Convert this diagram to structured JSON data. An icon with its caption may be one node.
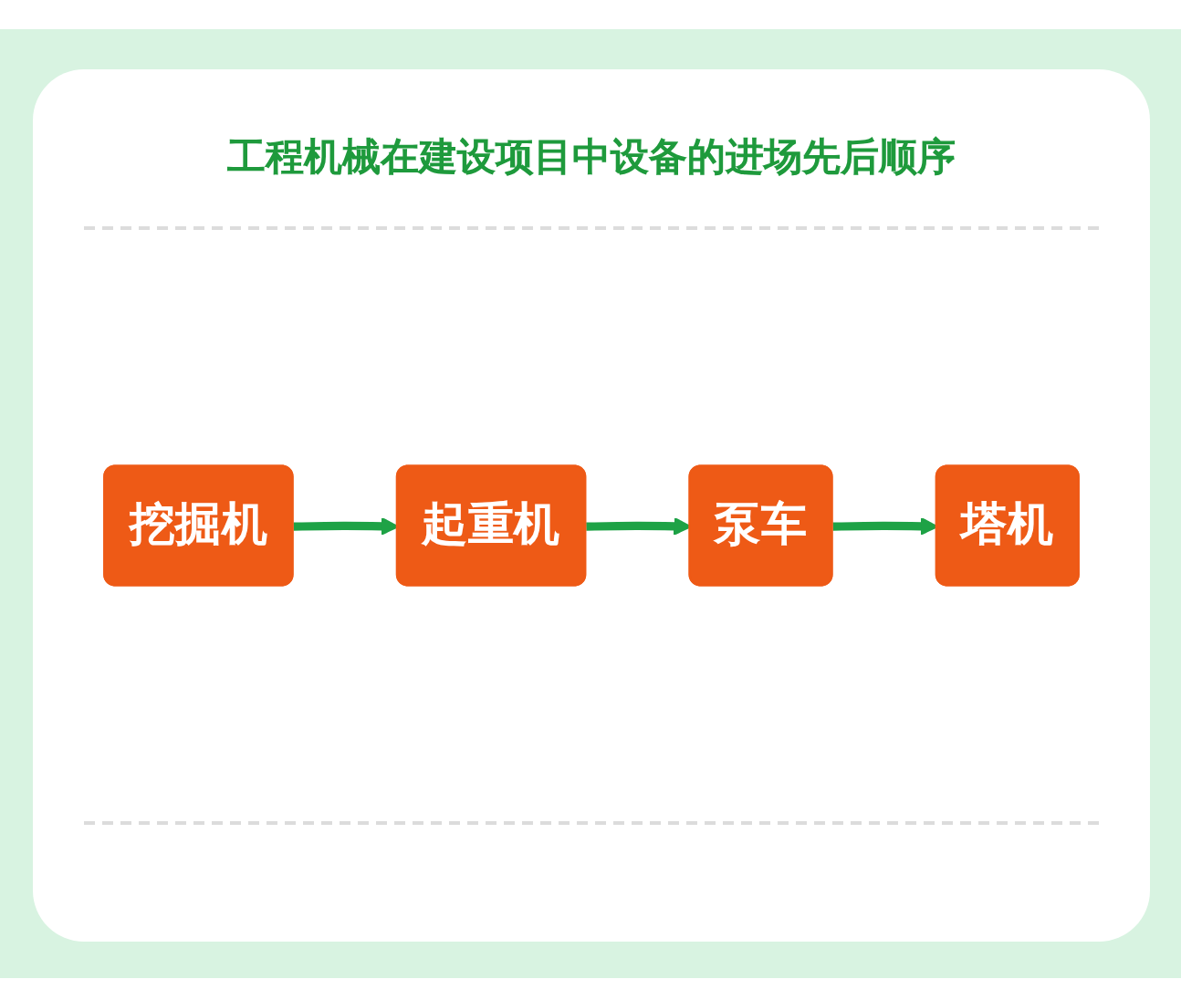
{
  "diagram": {
    "title": "工程机械在建设项目中设备的进场先后顺序",
    "nodes": [
      {
        "text": [
          "挖掘机"
        ]
      },
      {
        "text": [
          "起重机"
        ]
      },
      {
        "text": [
          "泵车"
        ]
      },
      {
        "text": [
          "塔机"
        ]
      }
    ],
    "edges": [
      {
        "from": 0,
        "to": 1,
        "arrow": "to"
      },
      {
        "from": 1,
        "to": 2,
        "arrow": "to"
      },
      {
        "from": 2,
        "to": 3,
        "arrow": "to"
      }
    ]
  }
}
